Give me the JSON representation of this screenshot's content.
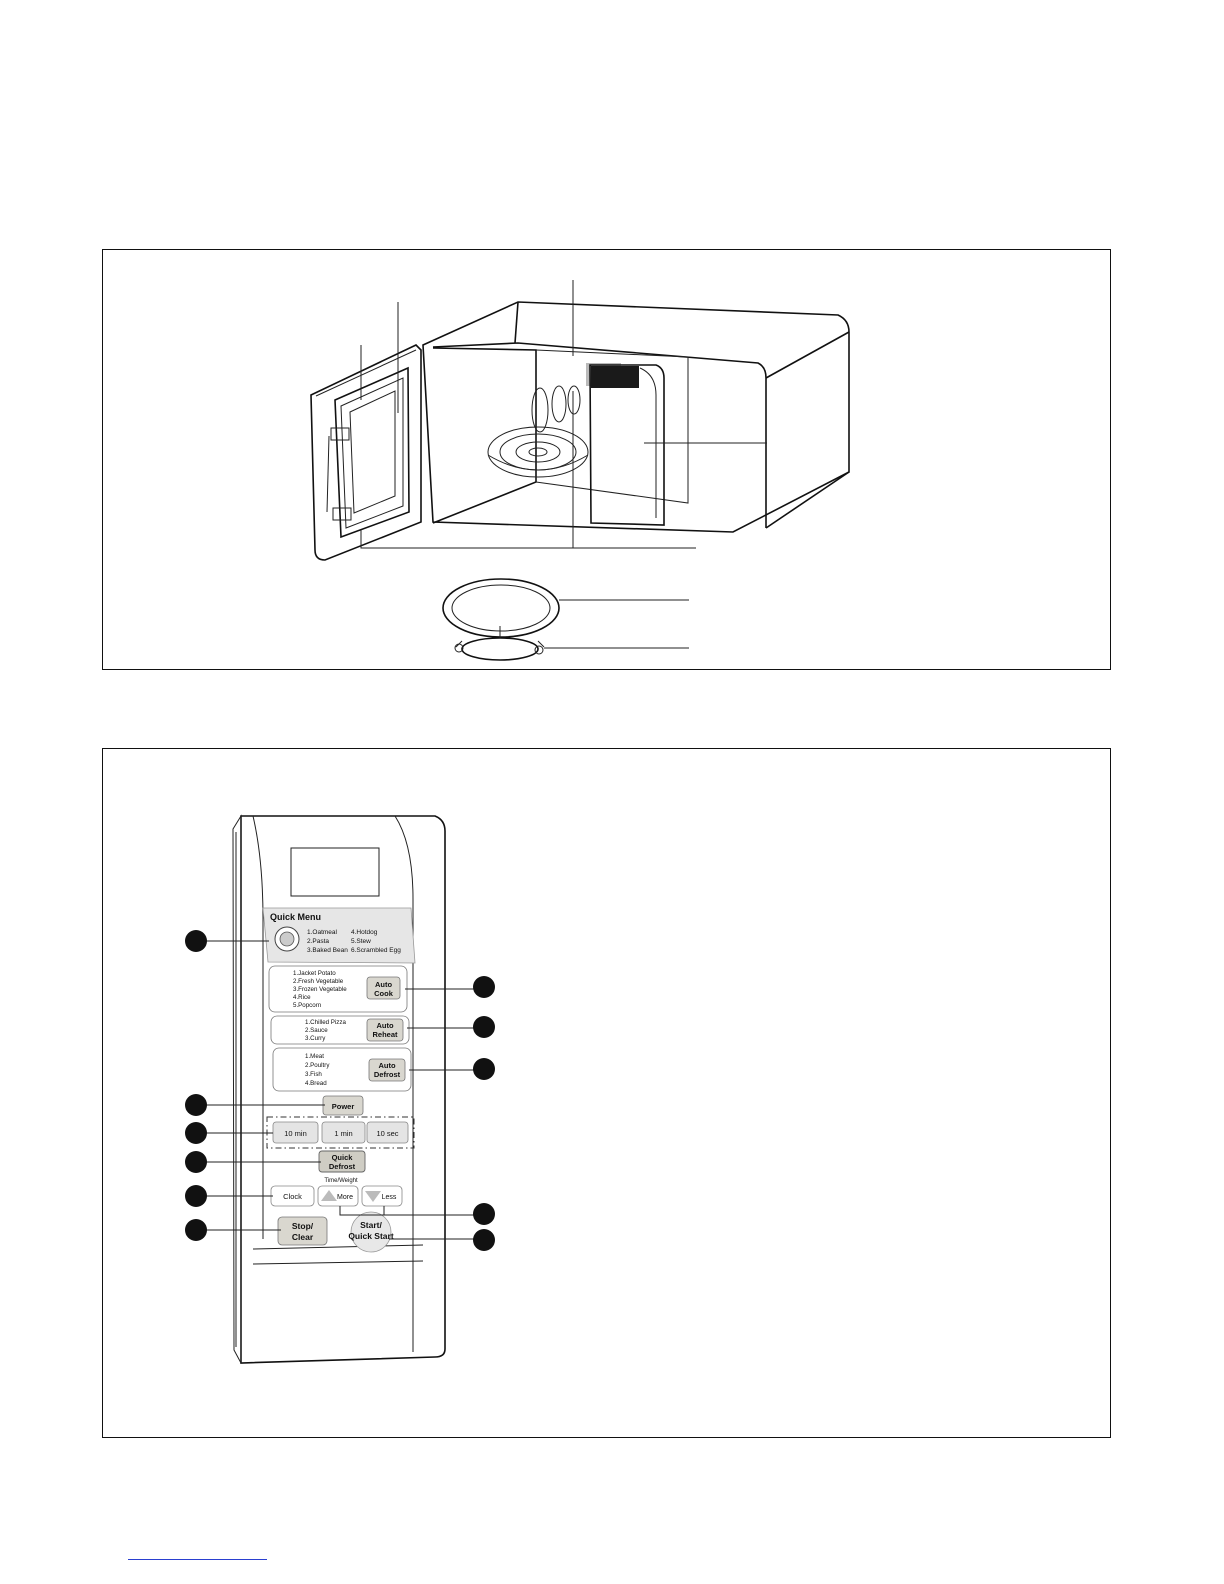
{
  "control_panel": {
    "quick_menu": {
      "title": "Quick Menu",
      "items_left": [
        "1.Oatmeal",
        "2.Pasta",
        "3.Baked Bean"
      ],
      "items_right": [
        "4.Hotdog",
        "5.Stew",
        "6.Scrambled Egg"
      ]
    },
    "auto_cook": {
      "items": [
        "1.Jacket Potato",
        "2.Fresh Vegetable",
        "3.Frozen Vegetable",
        "4.Rice",
        "5.Popcorn"
      ],
      "button": [
        "Auto",
        "Cook"
      ]
    },
    "auto_reheat": {
      "items": [
        "1.Chilled Pizza",
        "2.Sauce",
        "3.Curry"
      ],
      "button": [
        "Auto",
        "Reheat"
      ]
    },
    "auto_defrost": {
      "items": [
        "1.Meat",
        "2.Poultry",
        "3.Fish",
        "4.Bread"
      ],
      "button": [
        "Auto",
        "Defrost"
      ]
    },
    "power": "Power",
    "time_buttons": [
      "10 min",
      "1 min",
      "10 sec"
    ],
    "quick_defrost": [
      "Quick",
      "Defrost"
    ],
    "time_weight_label": "Time/Weight",
    "clock": "Clock",
    "more": "More",
    "less": "Less",
    "stop_clear": [
      "Stop/",
      "Clear"
    ],
    "start": [
      "Start/",
      "Quick Start"
    ]
  },
  "colors": {
    "line": "#111111",
    "button_fill": "#d9d7cf",
    "panel_section_fill": "#e4e4e4",
    "link_underline": "#2a3fd0"
  }
}
